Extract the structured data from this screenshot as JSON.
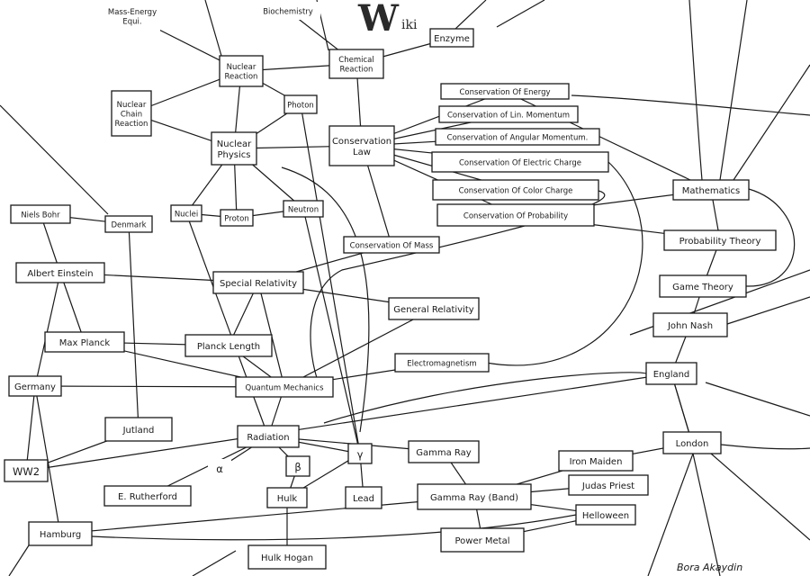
{
  "diagram": {
    "logo": {
      "main": "W",
      "rest": "iki"
    },
    "signature": "Bora Akaydin",
    "nodes": {
      "mass_energy": [
        "Mass-Energy",
        "Equi."
      ],
      "biochemistry": [
        "Biochemistry"
      ],
      "enzyme": [
        "Enzyme"
      ],
      "nuclear_reaction": [
        "Nuclear",
        "Reaction"
      ],
      "chemical_reaction": [
        "Chemical",
        "Reaction"
      ],
      "nuclear_chain": [
        "Nuclear",
        "Chain",
        "Reaction"
      ],
      "photon": [
        "Photon"
      ],
      "nuclear_physics": [
        "Nuclear",
        "Physics"
      ],
      "conservation_law": [
        "Conservation",
        "Law"
      ],
      "cons_energy": [
        "Conservation Of Energy"
      ],
      "cons_lin_momentum": [
        "Conservation of Lin. Momentum"
      ],
      "cons_ang_momentum": [
        "Conservation of Angular Momentum."
      ],
      "cons_electric": [
        "Conservation Of Electric Charge"
      ],
      "cons_color": [
        "Conservation Of Color Charge"
      ],
      "cons_probability": [
        "Conservation Of Probability"
      ],
      "mathematics": [
        "Mathematics"
      ],
      "niels_bohr": [
        "Niels Bohr"
      ],
      "denmark": [
        "Denmark"
      ],
      "nuclei": [
        "Nuclei"
      ],
      "proton": [
        "Proton"
      ],
      "neutron": [
        "Neutron"
      ],
      "cons_mass": [
        "Conservation Of Mass"
      ],
      "probability_theory": [
        "Probability Theory"
      ],
      "albert_einstein": [
        "Albert Einstein"
      ],
      "special_relativity": [
        "Special Relativity"
      ],
      "game_theory": [
        "Game Theory"
      ],
      "general_relativity": [
        "General Relativity"
      ],
      "john_nash": [
        "John Nash"
      ],
      "max_planck": [
        "Max Planck"
      ],
      "planck_length": [
        "Planck Length"
      ],
      "electromagnetism": [
        "Electromagnetism"
      ],
      "england": [
        "England"
      ],
      "germany": [
        "Germany"
      ],
      "quantum_mechanics": [
        "Quantum Mechanics"
      ],
      "jutland": [
        "Jutland"
      ],
      "radiation": [
        "Radiation"
      ],
      "gamma_ray": [
        "Gamma Ray"
      ],
      "london": [
        "London"
      ],
      "ww2": [
        "WW2"
      ],
      "iron_maiden": [
        "Iron Maiden"
      ],
      "alpha": [
        "α"
      ],
      "beta": [
        "β"
      ],
      "gamma": [
        "γ"
      ],
      "judas_priest": [
        "Judas Priest"
      ],
      "e_rutherford": [
        "E. Rutherford"
      ],
      "hulk": [
        "Hulk"
      ],
      "lead": [
        "Lead"
      ],
      "gamma_ray_band": [
        "Gamma Ray (Band)"
      ],
      "helloween": [
        "Helloween"
      ],
      "hamburg": [
        "Hamburg"
      ],
      "power_metal": [
        "Power Metal"
      ],
      "hulk_hogan": [
        "Hulk Hogan"
      ]
    }
  }
}
